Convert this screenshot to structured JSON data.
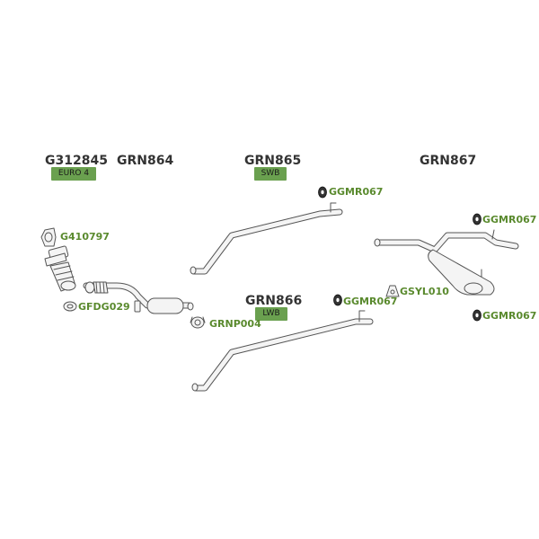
{
  "colors": {
    "label": "#5a8a2e",
    "badge_bg": "#6aa04f",
    "title": "#333333",
    "outline": "#555555",
    "pipe_fill": "#f4f4f4"
  },
  "assemblies": {
    "g312845": {
      "code": "G312845",
      "badge": "EURO 4"
    },
    "grn864": {
      "code": "GRN864"
    },
    "grn865": {
      "code": "GRN865",
      "badge": "SWB"
    },
    "grn866": {
      "code": "GRN866",
      "badge": "LWB"
    },
    "grn867": {
      "code": "GRN867"
    }
  },
  "parts": {
    "g410797": "G410797",
    "gfdg029": "GFDG029",
    "grnp004": "GRNP004",
    "ggmr067_a": "GGMR067",
    "ggmr067_b": "GGMR067",
    "ggmr067_c": "GGMR067",
    "ggmr067_d": "GGMR067",
    "gsyl010": "GSYL010"
  },
  "icons": {
    "gasket": "gasket-icon",
    "clamp": "clamp-icon",
    "rubber_mount": "rubber-mount-icon",
    "bracket": "bracket-icon"
  }
}
